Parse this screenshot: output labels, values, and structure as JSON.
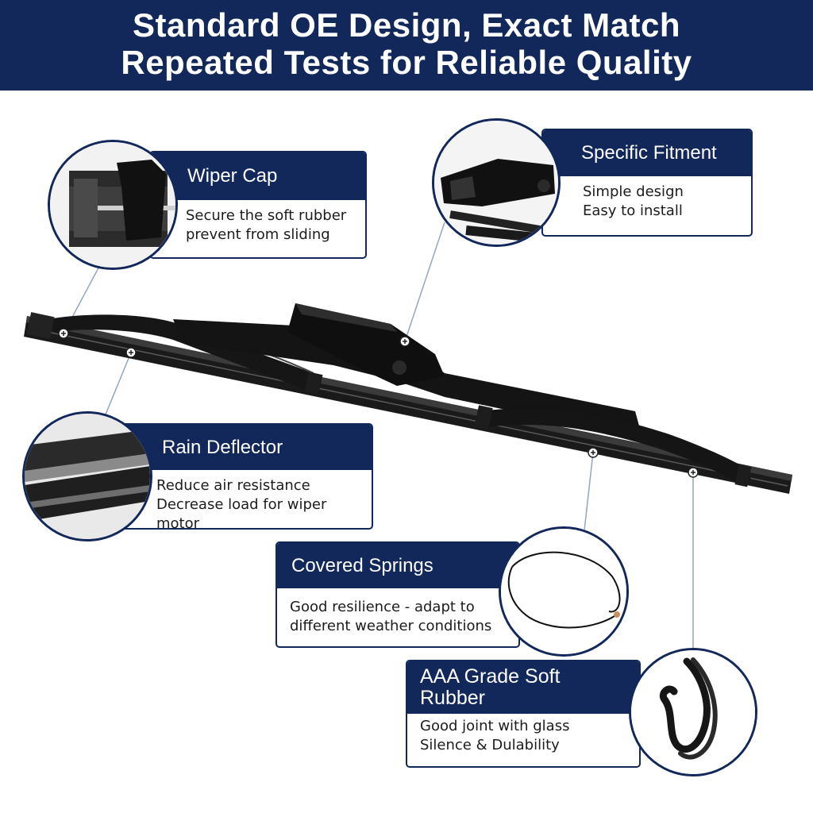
{
  "banner": {
    "line1": "Standard OE Design, Exact Match",
    "line2": "Repeated Tests for Reliable Quality"
  },
  "callouts": {
    "wiper_cap": {
      "title": "Wiper Cap",
      "lines": [
        "Secure the soft rubber",
        "prevent from sliding"
      ]
    },
    "specific_fitment": {
      "title": "Specific Fitment",
      "lines": [
        "Simple design",
        "Easy to install"
      ]
    },
    "rain_deflector": {
      "title": "Rain Deflector",
      "lines": [
        "Reduce air resistance",
        "Decrease load for wiper motor"
      ]
    },
    "covered_springs": {
      "title": "Covered Springs",
      "lines": [
        "Good resilience - adapt to",
        "different weather conditions"
      ]
    },
    "rubber": {
      "title_lines": [
        "AAA Grade Soft",
        "Rubber"
      ],
      "lines": [
        "Good joint with glass",
        "Silence & Dulability"
      ]
    }
  },
  "colors": {
    "navy": "#12275a",
    "blade": "#161616",
    "leader_line": "#8fa6c4"
  }
}
